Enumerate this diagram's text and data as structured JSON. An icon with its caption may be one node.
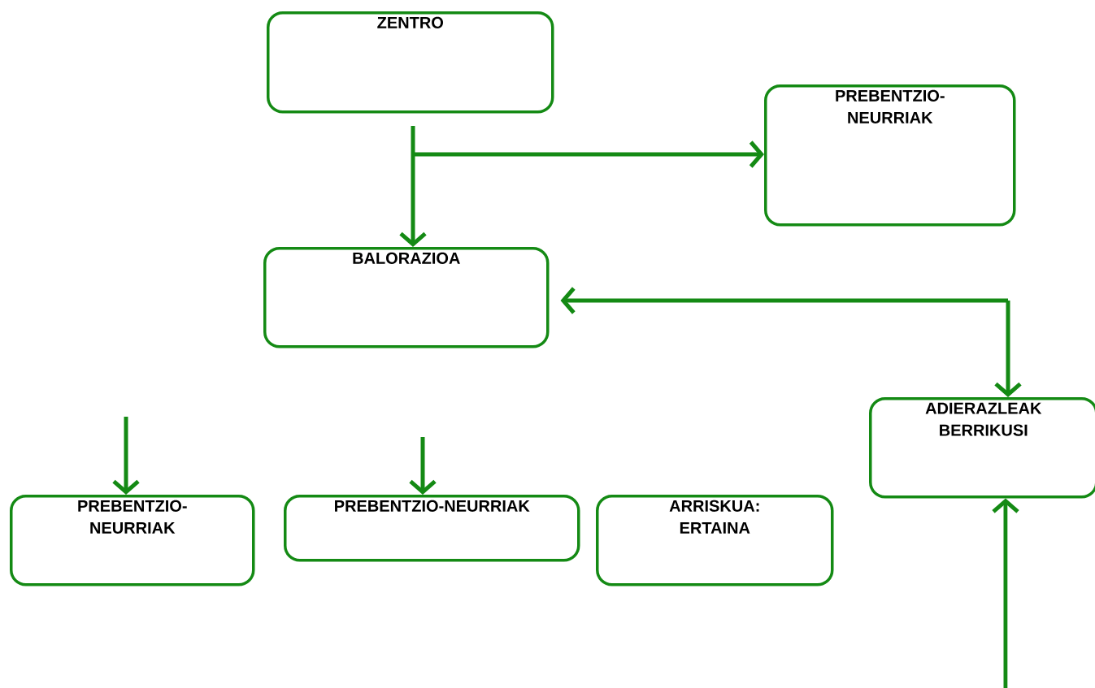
{
  "diagram": {
    "nodes": [
      {
        "text": [
          "ZENTRO"
        ]
      },
      {
        "text": [
          "PREBENTZIO-NEURRIAK"
        ]
      },
      {
        "text": [
          "BALORAZIOA"
        ]
      },
      {
        "text": [
          "ADIERAZLEAK BERRIKUSI"
        ]
      },
      {
        "text": [
          "PREBENTZIO-NEURRIAK"
        ]
      },
      {
        "text": [
          "PREBENTZIO-NEURRIAK"
        ]
      },
      {
        "text": [
          "ARRISKUA: ERTAINA"
        ]
      }
    ],
    "edges": [
      {
        "from": null,
        "to": 2,
        "arrow": "to"
      },
      {
        "from": null,
        "to": 1,
        "arrow": "to"
      },
      {
        "from": null,
        "to": 2,
        "arrow": "to"
      },
      {
        "from": null,
        "to": 3,
        "arrow": "to"
      },
      {
        "from": null,
        "to": 4,
        "arrow": "to"
      },
      {
        "from": null,
        "to": 5,
        "arrow": "to"
      },
      {
        "from": null,
        "to": 3,
        "arrow": "to"
      }
    ]
  }
}
